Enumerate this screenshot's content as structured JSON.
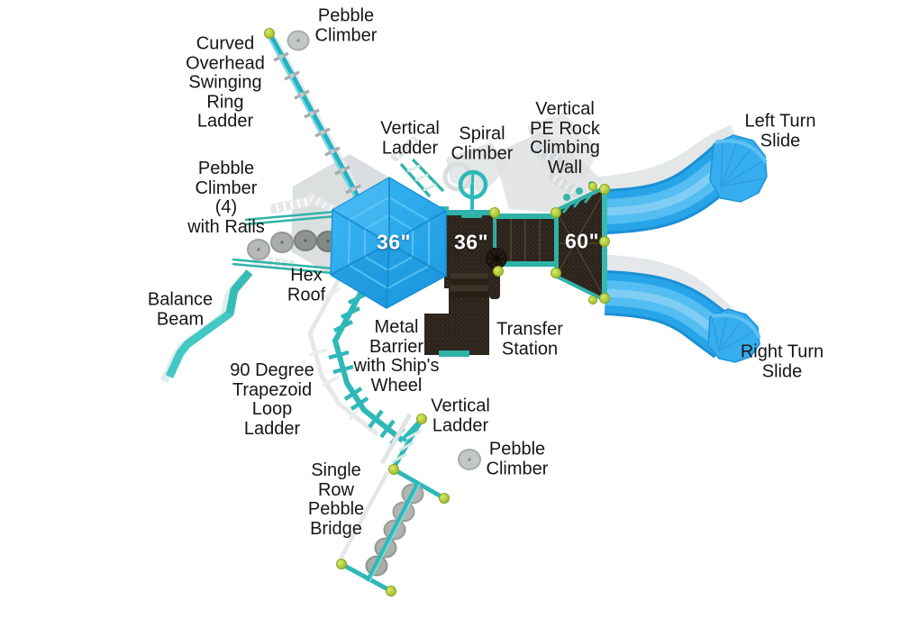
{
  "title": "Playground structure top view diagram",
  "sizes": {
    "hex_roof_deck": "36\"",
    "square_deck": "36\"",
    "large_deck": "60\""
  },
  "labels": {
    "pebble_climber_top": {
      "text": "Pebble\nClimber"
    },
    "curved_overhead": {
      "text": "Curved\nOverhead\nSwinging\nRing\nLadder"
    },
    "vertical_ladder_top": {
      "text": "Vertical\nLadder"
    },
    "spiral_climber": {
      "text": "Spiral\nClimber"
    },
    "pe_rock_wall": {
      "text": "Vertical\nPE Rock\nClimbing\nWall"
    },
    "left_turn_slide": {
      "text": "Left Turn\nSlide"
    },
    "pebble_climber_4": {
      "text": "Pebble\nClimber\n(4)\nwith Rails"
    },
    "hex_roof": {
      "text": "Hex\nRoof"
    },
    "balance_beam": {
      "text": "Balance\nBeam"
    },
    "metal_barrier": {
      "text": "Metal\nBarrier\nwith Ship's\nWheel"
    },
    "transfer_station": {
      "text": "Transfer\nStation"
    },
    "ninety_degree": {
      "text": "90 Degree\nTrapezoid\nLoop\nLadder"
    },
    "vertical_ladder_bottom": {
      "text": "Vertical\nLadder"
    },
    "pebble_climber_bottom": {
      "text": "Pebble\nClimber"
    },
    "single_row": {
      "text": "Single\nRow\nPebble\nBridge"
    },
    "right_turn_slide": {
      "text": "Right Turn\nSlide"
    }
  },
  "colors": {
    "slide_blue": "#28a4e9",
    "roof_blue": "#25aaee",
    "ladder_teal": "#2fb8b8",
    "deck_dark": "#2b231c",
    "post_green": "#b5d434",
    "pebble_gray": "#b2b6b2",
    "shadow_gray": "#d5d9db",
    "text_black": "#161616"
  }
}
